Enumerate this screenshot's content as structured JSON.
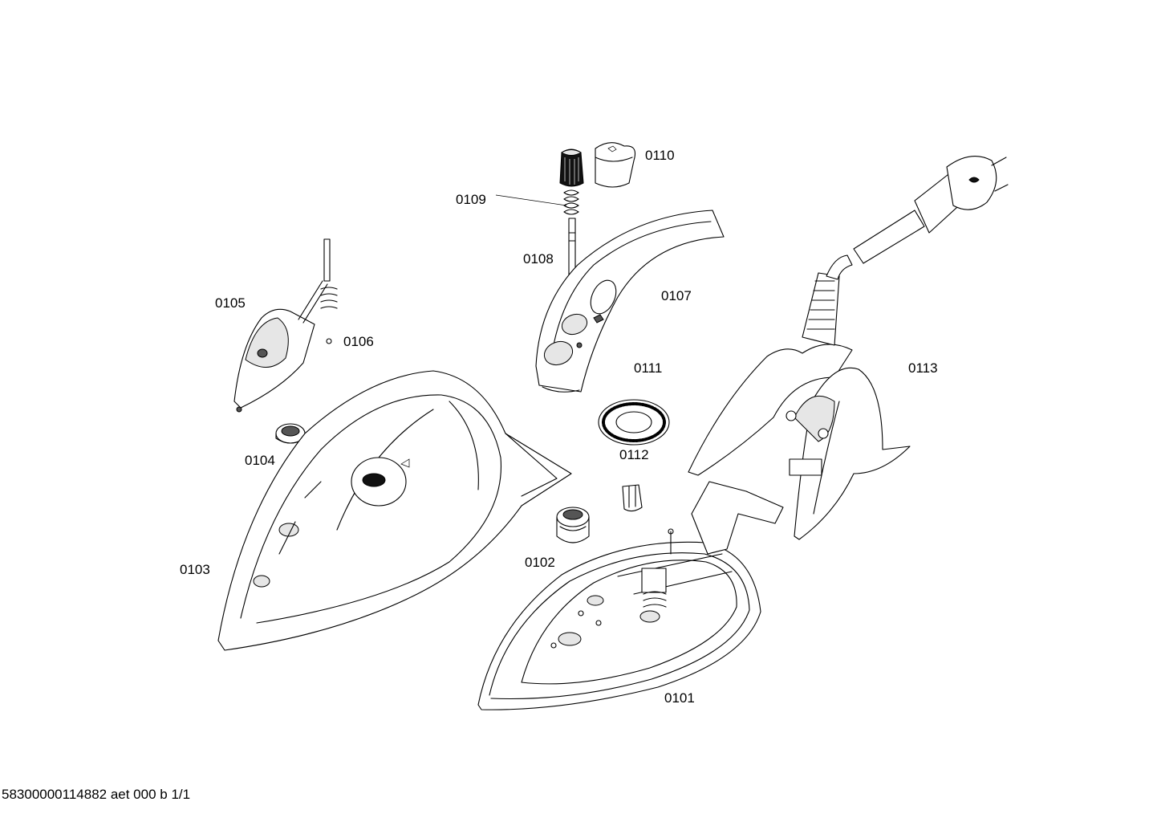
{
  "part_labels": {
    "p0101": "0101",
    "p0102": "0102",
    "p0103": "0103",
    "p0104": "0104",
    "p0105": "0105",
    "p0106": "0106",
    "p0107": "0107",
    "p0108": "0108",
    "p0109": "0109",
    "p0110": "0110",
    "p0111": "0111",
    "p0112": "0112",
    "p0113": "0113"
  },
  "footer": {
    "drawing_reference": "58300000114882 aet 000 b 1/1"
  }
}
